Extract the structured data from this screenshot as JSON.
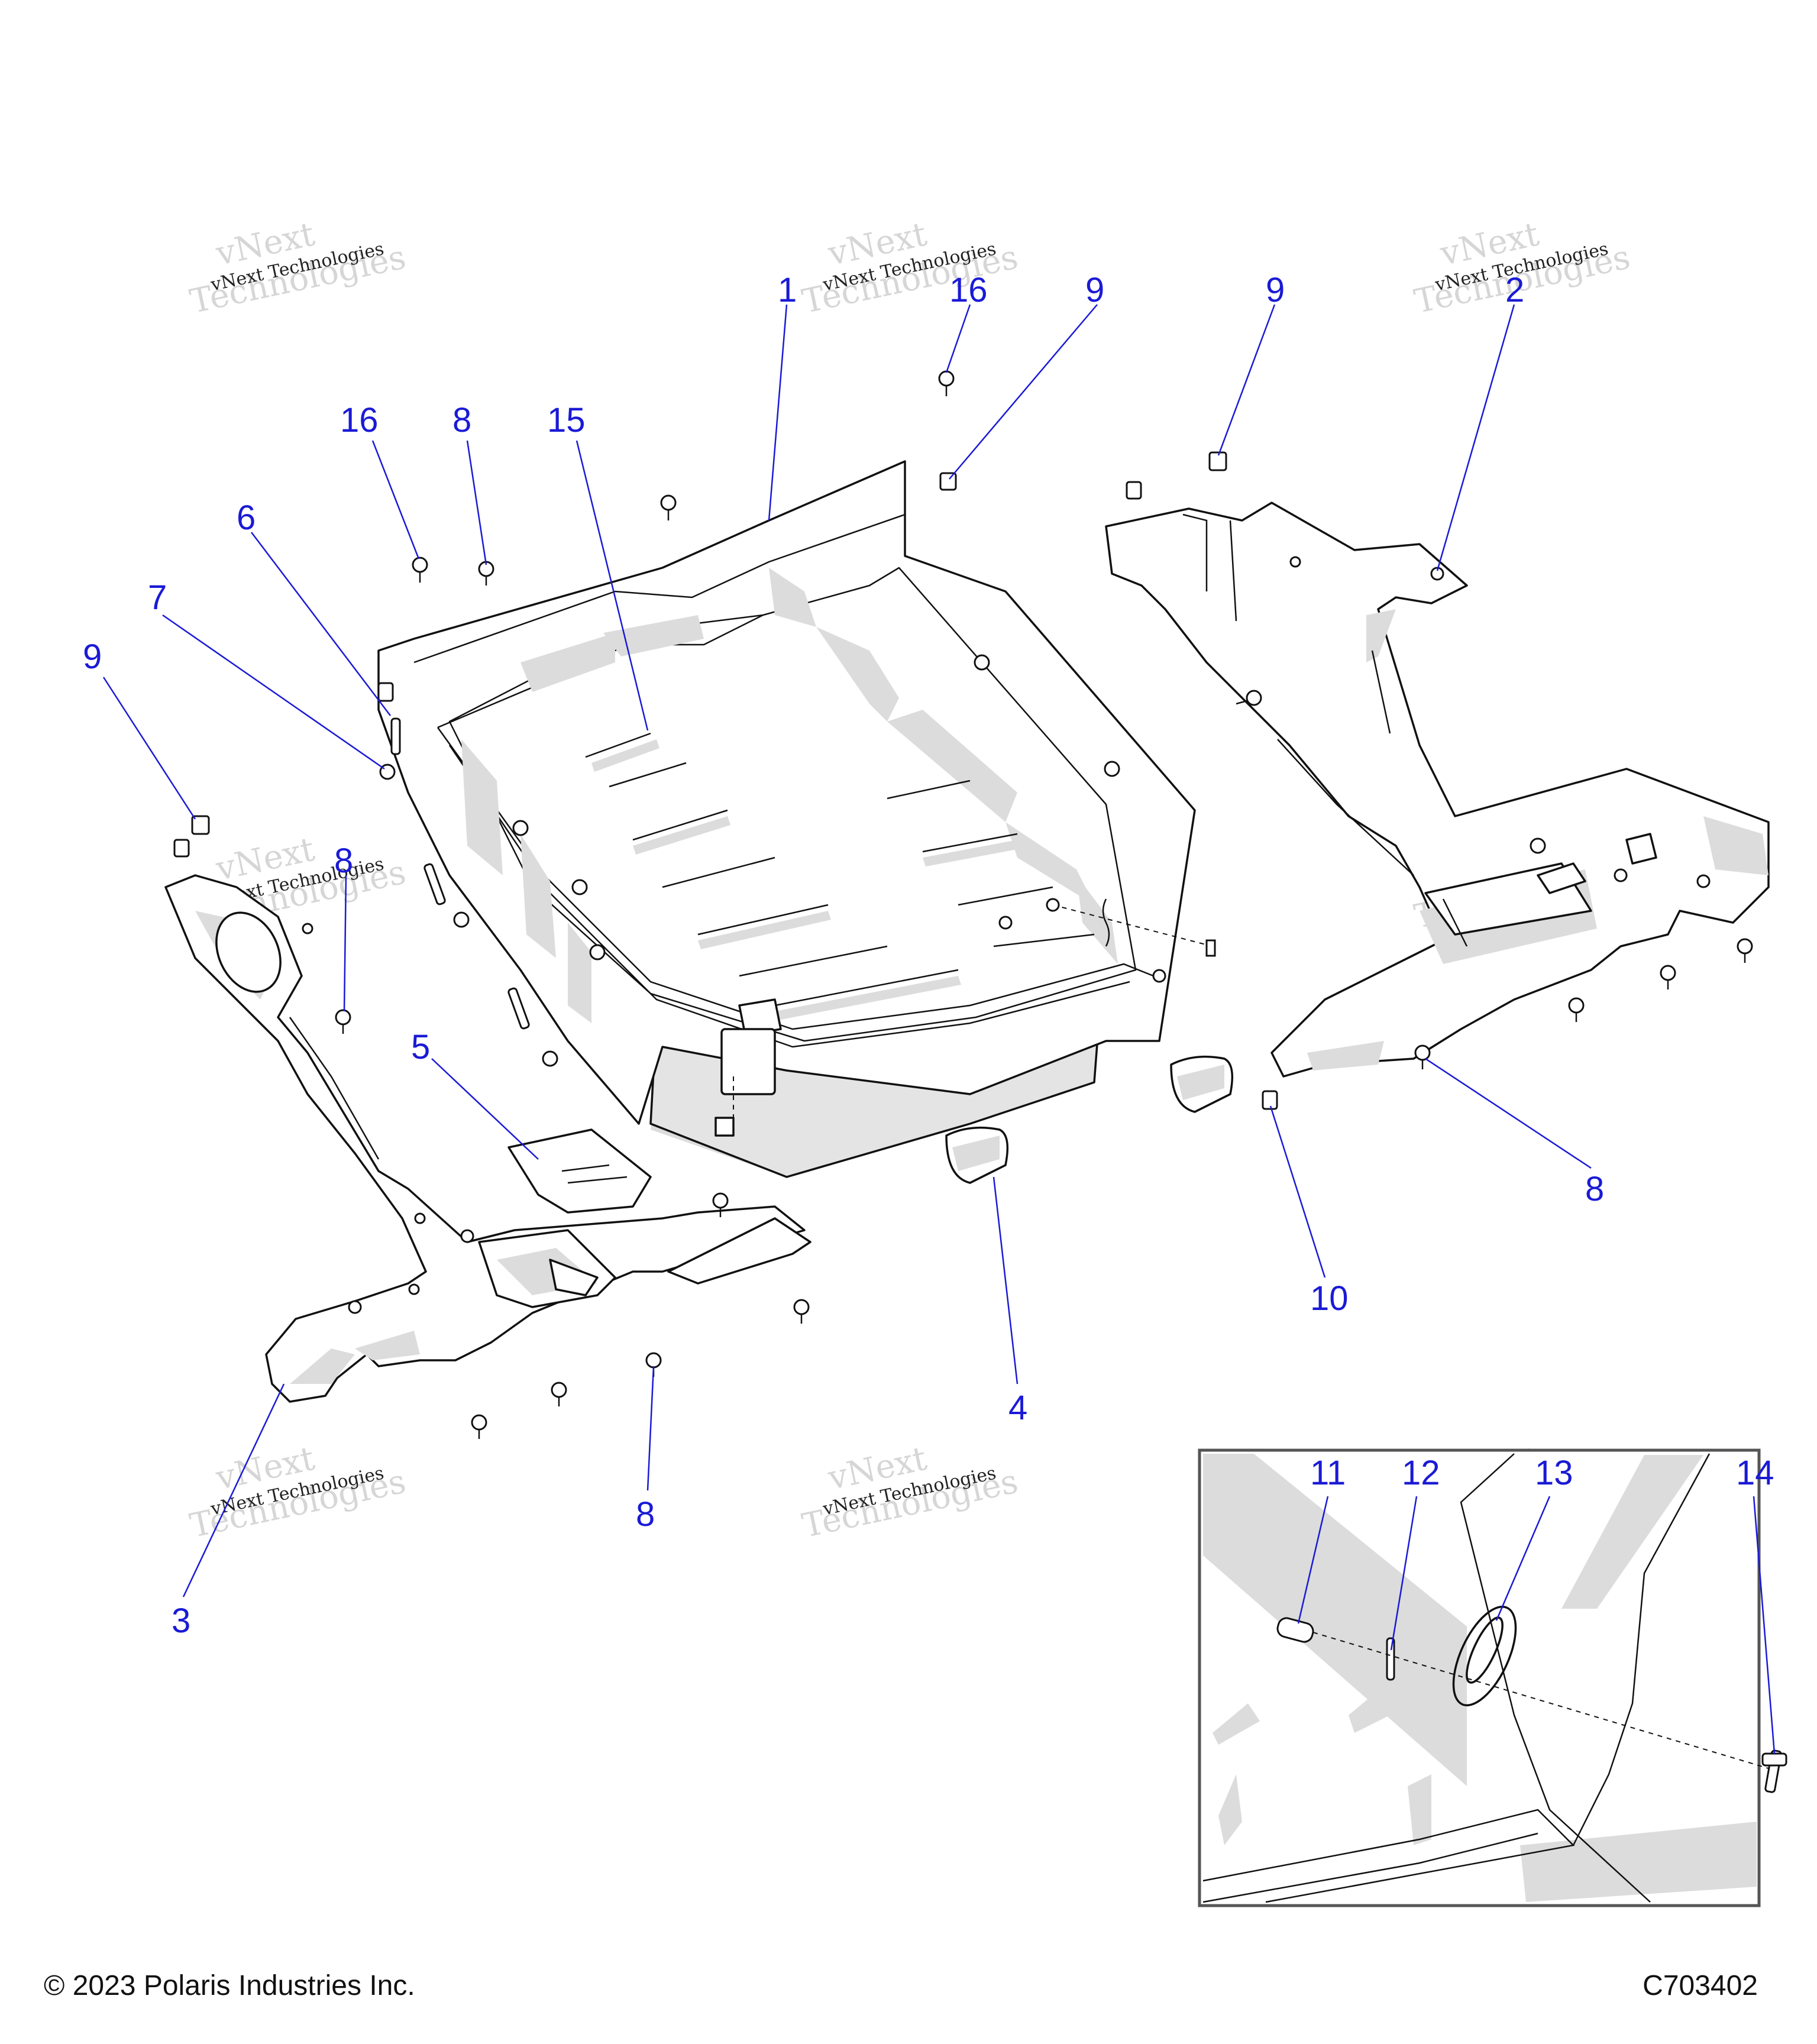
{
  "callouts": [
    "1",
    "2",
    "3",
    "4",
    "5",
    "6",
    "7",
    "8",
    "9",
    "10",
    "11",
    "12",
    "13",
    "14",
    "15",
    "16"
  ],
  "labels": {
    "c1": "1",
    "c2": "2",
    "c3": "3",
    "c4": "4",
    "c5": "5",
    "c6": "6",
    "c7": "7",
    "c8a": "8",
    "c8b": "8",
    "c8c": "8",
    "c8d": "8",
    "c9a": "9",
    "c9b": "9",
    "c9c": "9",
    "c10": "10",
    "c11": "11",
    "c12": "12",
    "c13": "13",
    "c14": "14",
    "c15": "15",
    "c16a": "16",
    "c16b": "16"
  },
  "watermark": {
    "line1": "vNext",
    "line2": "Technologies",
    "small": "vNext Technologies"
  },
  "footer": {
    "copyright": "© 2023 Polaris Industries Inc.",
    "diagram_code": "C703402"
  },
  "colors": {
    "callout": "#1a1ad6",
    "outline": "#111111",
    "shade": "#dcdcdc"
  }
}
